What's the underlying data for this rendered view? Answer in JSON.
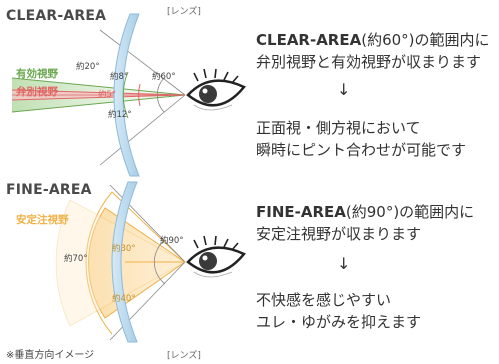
{
  "clear_area": {
    "title": "CLEAR-AREA",
    "lens_label": "[レンズ]",
    "zones": {
      "effective": "有効視野",
      "discriminative": "弁別視野"
    },
    "angles": {
      "outer_top": "約20°",
      "inner_top": "約8°",
      "center": "約5°",
      "inner_bottom": "約12°",
      "total": "約60°"
    },
    "desc_title": "CLEAR-AREA",
    "desc_line1_suffix": "(約60°)の範囲内に",
    "desc_line2": "弁別視野と有効視野が収まります",
    "arrow": "↓",
    "desc_line3": "正面視・側方視において",
    "desc_line4": "瞬時にピント合わせが可能です"
  },
  "fine_area": {
    "title": "FINE-AREA",
    "zone": "安定注視野",
    "angles": {
      "total": "約90°",
      "outer": "約70°",
      "top": "約30°",
      "bottom": "約40°"
    },
    "desc_title": "FINE-AREA",
    "desc_line1_suffix": "(約90°)の範囲内に",
    "desc_line2": "安定注視野が収まります",
    "arrow": "↓",
    "desc_line3": "不快感を感じやすい",
    "desc_line4": "ユレ・ゆがみを抑えます"
  },
  "footer": {
    "note": "※垂直方向イメージ",
    "lens_label": "[レンズ]"
  },
  "colors": {
    "effective_green": "#6aa84f",
    "discriminative_red": "#e06666",
    "stable_orange": "#f0b24a",
    "lens_blue": "#a9cfe8"
  },
  "icons": {
    "eye": "eye-icon",
    "lens": "lens-shape"
  }
}
